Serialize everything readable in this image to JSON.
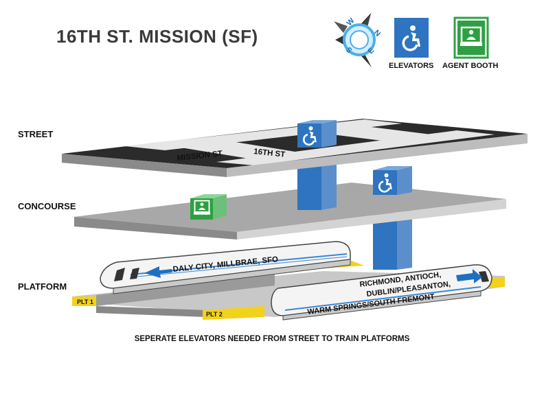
{
  "title": "16TH ST. MISSION (SF)",
  "legend": {
    "compass_letters": [
      "N",
      "E",
      "S",
      "W"
    ],
    "elevators_label": "ELEVATORS",
    "agent_booth_label": "AGENT BOOTH"
  },
  "levels": {
    "street": "STREET",
    "concourse": "CONCOURSE",
    "platform": "PLATFORM"
  },
  "streets": {
    "mission": "MISSION ST",
    "sixteenth": "16TH ST"
  },
  "trains": {
    "westbound": "DALY CITY, MILLBRAE, SFO",
    "eastbound_line1": "RICHMOND, ANTIOCH,",
    "eastbound_line2": "DUBLIN/PLEASANTON,",
    "eastbound_line3": "WARM SPRINGS/SOUTH FREMONT"
  },
  "platform_tracks": {
    "plt1": "PLT 1",
    "plt2": "PLT 2"
  },
  "footnote": "SEPERATE ELEVATORS NEEDED FROM STREET TO TRAIN PLATFORMS",
  "colors": {
    "elevator_blue": "#2e74c0",
    "agent_green": "#2ea043",
    "platform_yellow": "#f2d21b",
    "street_dark": "#2b2b2b",
    "concourse_gray": "#a8a8a8"
  }
}
